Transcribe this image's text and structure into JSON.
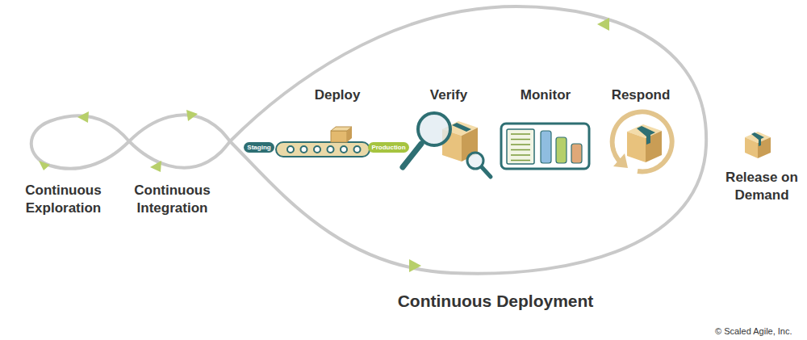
{
  "diagram": {
    "nodes": [
      {
        "text": [
          "Staging"
        ]
      },
      {
        "text": [
          "Production"
        ]
      }
    ],
    "labels": [
      "Continuous Exploration",
      "Continuous Integration",
      "Deploy",
      "Verify",
      "Monitor",
      "Respond",
      "Release on Demand",
      "Continuous Deployment",
      "© Scaled Agile, Inc."
    ]
  }
}
